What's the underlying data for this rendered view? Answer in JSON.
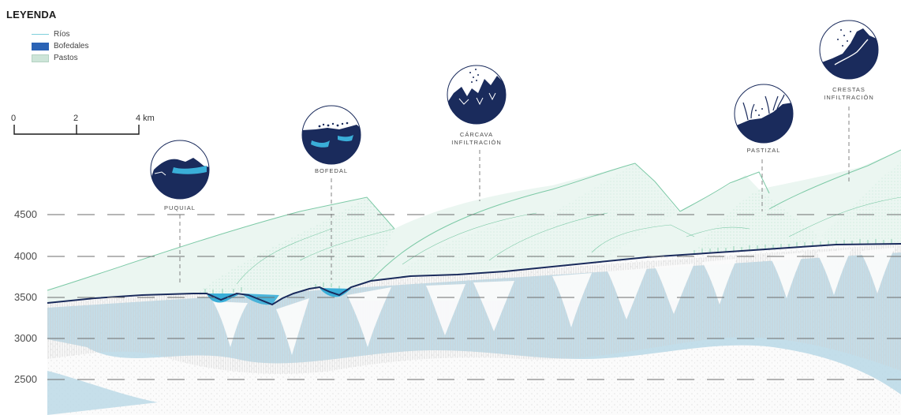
{
  "legend": {
    "title": "LEYENDA",
    "items": [
      {
        "label": "Ríos",
        "symbol": "line",
        "color": "#7fd0dc"
      },
      {
        "label": "Bofedales",
        "symbol": "fill",
        "color": "#2b63b5"
      },
      {
        "label": "Pastos",
        "symbol": "fill",
        "color": "#cde5d8"
      }
    ]
  },
  "scale_bar": {
    "labels": [
      "0",
      "2",
      "4 km"
    ]
  },
  "elevation_labels": [
    "4500",
    "4000",
    "3500",
    "3000",
    "2500"
  ],
  "sites": [
    {
      "id": "puquial",
      "label_lines": [
        "PUQUIAL"
      ],
      "icon": "puquial-spring-icon"
    },
    {
      "id": "bofedal",
      "label_lines": [
        "BOFEDAL"
      ],
      "icon": "bofedal-wetland-icon"
    },
    {
      "id": "carcava",
      "label_lines": [
        "CÁRCAVA",
        "INFILTRACIÓN"
      ],
      "icon": "gully-infiltration-icon"
    },
    {
      "id": "pastizal",
      "label_lines": [
        "PASTIZAL"
      ],
      "icon": "grassland-icon"
    },
    {
      "id": "crestas",
      "label_lines": [
        "CRESTAS",
        "INFILTRACIÓN"
      ],
      "icon": "ridge-infiltration-icon"
    }
  ],
  "colors": {
    "navy": "#1a2b5c",
    "water": "#3aaed8",
    "pasture": "#7cc9a6",
    "groundwater": "#b9d8e6",
    "soil_lines": "#d2d2d2"
  }
}
